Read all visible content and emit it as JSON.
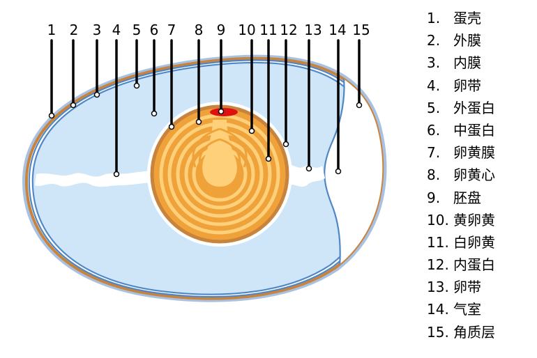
{
  "callouts": [
    "1",
    "2",
    "3",
    "4",
    "5",
    "6",
    "7",
    "8",
    "9",
    "10",
    "11",
    "12",
    "13",
    "14",
    "15"
  ],
  "legend": [
    {
      "num": "1.",
      "label": "蛋壳"
    },
    {
      "num": "2.",
      "label": "外膜"
    },
    {
      "num": "3.",
      "label": "内膜"
    },
    {
      "num": "4.",
      "label": "卵带"
    },
    {
      "num": "5.",
      "label": "外蛋白"
    },
    {
      "num": "6.",
      "label": "中蛋白"
    },
    {
      "num": "7.",
      "label": "卵黄膜"
    },
    {
      "num": "8.",
      "label": "卵黄心"
    },
    {
      "num": "9.",
      "label": "胚盘"
    },
    {
      "num": "10.",
      "label": "黄卵黄"
    },
    {
      "num": "11.",
      "label": "白卵黄"
    },
    {
      "num": "12.",
      "label": "内蛋白"
    },
    {
      "num": "13.",
      "label": "卵带"
    },
    {
      "num": "14.",
      "label": "气室"
    },
    {
      "num": "15.",
      "label": "角质层"
    }
  ],
  "colors": {
    "shell": "#c8833c",
    "cuticle": "#a9c1e0",
    "membrane": "#4f86c6",
    "albumen": "#cfe6f8",
    "air_cell": "#ffffff",
    "yolk_light": "#ffd07a",
    "yolk_dark": "#f0a23a",
    "yolk_rim": "#c8833c",
    "blastodisc": "#e01010",
    "leader": "#000000"
  }
}
